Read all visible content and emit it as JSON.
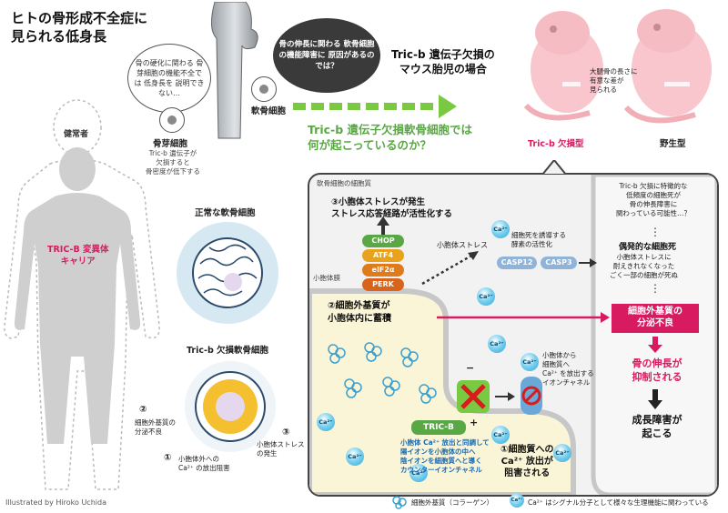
{
  "title": "ヒトの骨形成不全症に\n見られる低身長",
  "credit": "Illustrated by Hiroko Uchida",
  "human": {
    "healthy_label": "健常者",
    "carrier_label": "TRIC-B 変異体\nキャリア"
  },
  "bone": {
    "osteoblast_bubble": "骨の硬化に関わる\n骨芽細胞の機能不全では\n低身長を\n説明できない…",
    "osteoblast_label": "骨芽細胞",
    "osteoblast_note": "Tric-b 遺伝子が\n欠損すると\n骨密度が低下する",
    "chondrocyte_label": "軟骨細胞",
    "question_bubble": "骨の伸長に関わる\n軟骨細胞の機能障害に\n原因があるのでは？"
  },
  "main_question": "Tric-b 遺伝子欠損軟骨細胞では\n何が起こっているのか？",
  "mouse": {
    "heading": "Tric-b 遺伝子欠損の\nマウス胎児の場合",
    "femur_note": "大腿骨の長さに\n有意な差が\n見られる",
    "knockout_label": "Tric-b 欠損型",
    "wildtype_label": "野生型"
  },
  "cells": {
    "normal_label": "正常な軟骨細胞",
    "ko_label": "Tric-b 欠損軟骨細胞",
    "point1": "小胞体外への\nCa²⁺ の放出阻害",
    "point2": "細胞外基質の\n分泌不良",
    "point3": "小胞体ストレス\nの発生",
    "num1": "①",
    "num2": "②",
    "num3": "③"
  },
  "mechanism": {
    "box_title": "軟骨細胞の細胞質",
    "er_membrane": "小胞体膜",
    "step3": "③小胞体ストレスが発生\nストレス応答経路が活性化する",
    "pathway": [
      {
        "name": "CHOP",
        "color": "#5aa845"
      },
      {
        "name": "ATF4",
        "color": "#e8a21c"
      },
      {
        "name": "eIF2α",
        "color": "#e07b1c"
      },
      {
        "name": "PERK",
        "color": "#d8641c"
      }
    ],
    "er_stress_label": "小胞体ストレス",
    "apoptosis_note": "細胞死を誘導する\n酵素の活性化",
    "casp": [
      "CASP12",
      "CASP3"
    ],
    "step2": "②細胞外基質が\n小胞体内に蓄積",
    "channel_note": "小胞体から\n細胞質へ\nCa²⁺ を放出する\nイオンチャネル",
    "tricb_label": "TRIC-B",
    "tricb_desc": "小胞体 Ca²⁺ 放出と同調して\n陽イオンを小胞体の中へ\n陰イオンを細胞質へと導く\nカウンターイオンチャネル",
    "step1": "①細胞質への\nCa²⁺ 放出が\n阻害される",
    "ca_label": "Ca²⁺",
    "minus": "−",
    "plus": "+"
  },
  "right_panel": {
    "hypothesis": "Tric-b 欠損に特徴的な\n低頻度の細胞死が\n骨の伸長障害に\n関わっている可能性…？",
    "cell_death_title": "偶発的な細胞死",
    "cell_death_desc": "小胞体ストレスに\n耐えきれなくなった\nごく一部の細胞が死ぬ",
    "secretion": "細胞外基質の\n分泌不良",
    "growth": "骨の伸長が\n抑制される",
    "result": "成長障害が\n起こる",
    "dots": "⋮"
  },
  "legend": {
    "matrix": "細胞外基質（コラーゲン）",
    "ca": "Ca²⁺ はシグナル分子として様々な生理機能に関わっている"
  },
  "colors": {
    "green": "#7ac943",
    "magenta": "#d81b60",
    "ca_blue": "#2ba6d8",
    "er_cream": "#fbf5d8"
  }
}
